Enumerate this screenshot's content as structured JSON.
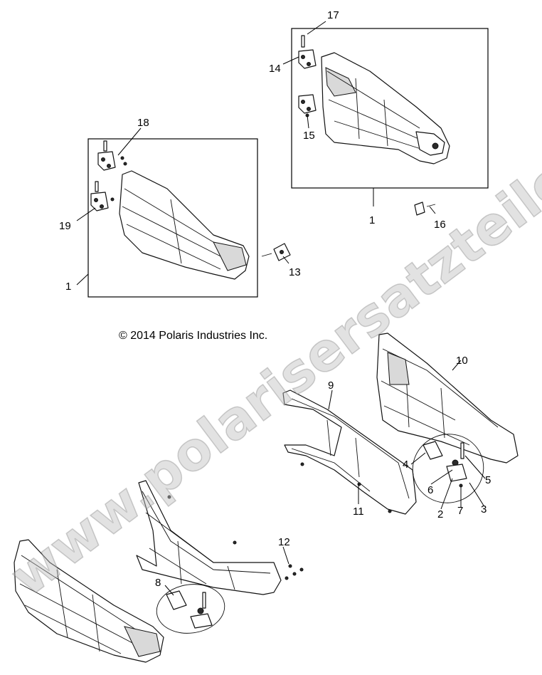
{
  "copyright": "© 2014 Polaris Industries Inc.",
  "watermark": "www.polarisersatzteile.de",
  "callouts": {
    "c1a": "1",
    "c1b": "1",
    "c2": "2",
    "c3": "3",
    "c4": "4",
    "c5": "5",
    "c6": "6",
    "c7": "7",
    "c8": "8",
    "c9": "9",
    "c10": "10",
    "c11": "11",
    "c12": "12",
    "c13": "13",
    "c14": "14",
    "c15": "15",
    "c16": "16",
    "c17": "17",
    "c18": "18",
    "c19": "19"
  },
  "colors": {
    "line": "#111111",
    "watermark": "#bebebe",
    "background": "#ffffff"
  }
}
